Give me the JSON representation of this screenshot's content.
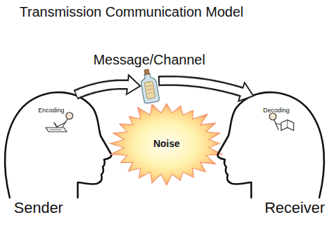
{
  "diagram": {
    "title": "Transmission Communication Model",
    "nodes": [
      {
        "text": [
          "Encoding",
          "Sender"
        ]
      },
      {
        "text": [
          "Message/Channel"
        ]
      },
      {
        "text": [
          "Noise"
        ]
      },
      {
        "text": [
          "Decoding",
          "Receiver"
        ]
      }
    ],
    "edges": [
      {
        "from": 0,
        "to": 1,
        "arrow": "to"
      },
      {
        "from": 1,
        "to": 3,
        "arrow": "to"
      }
    ]
  }
}
